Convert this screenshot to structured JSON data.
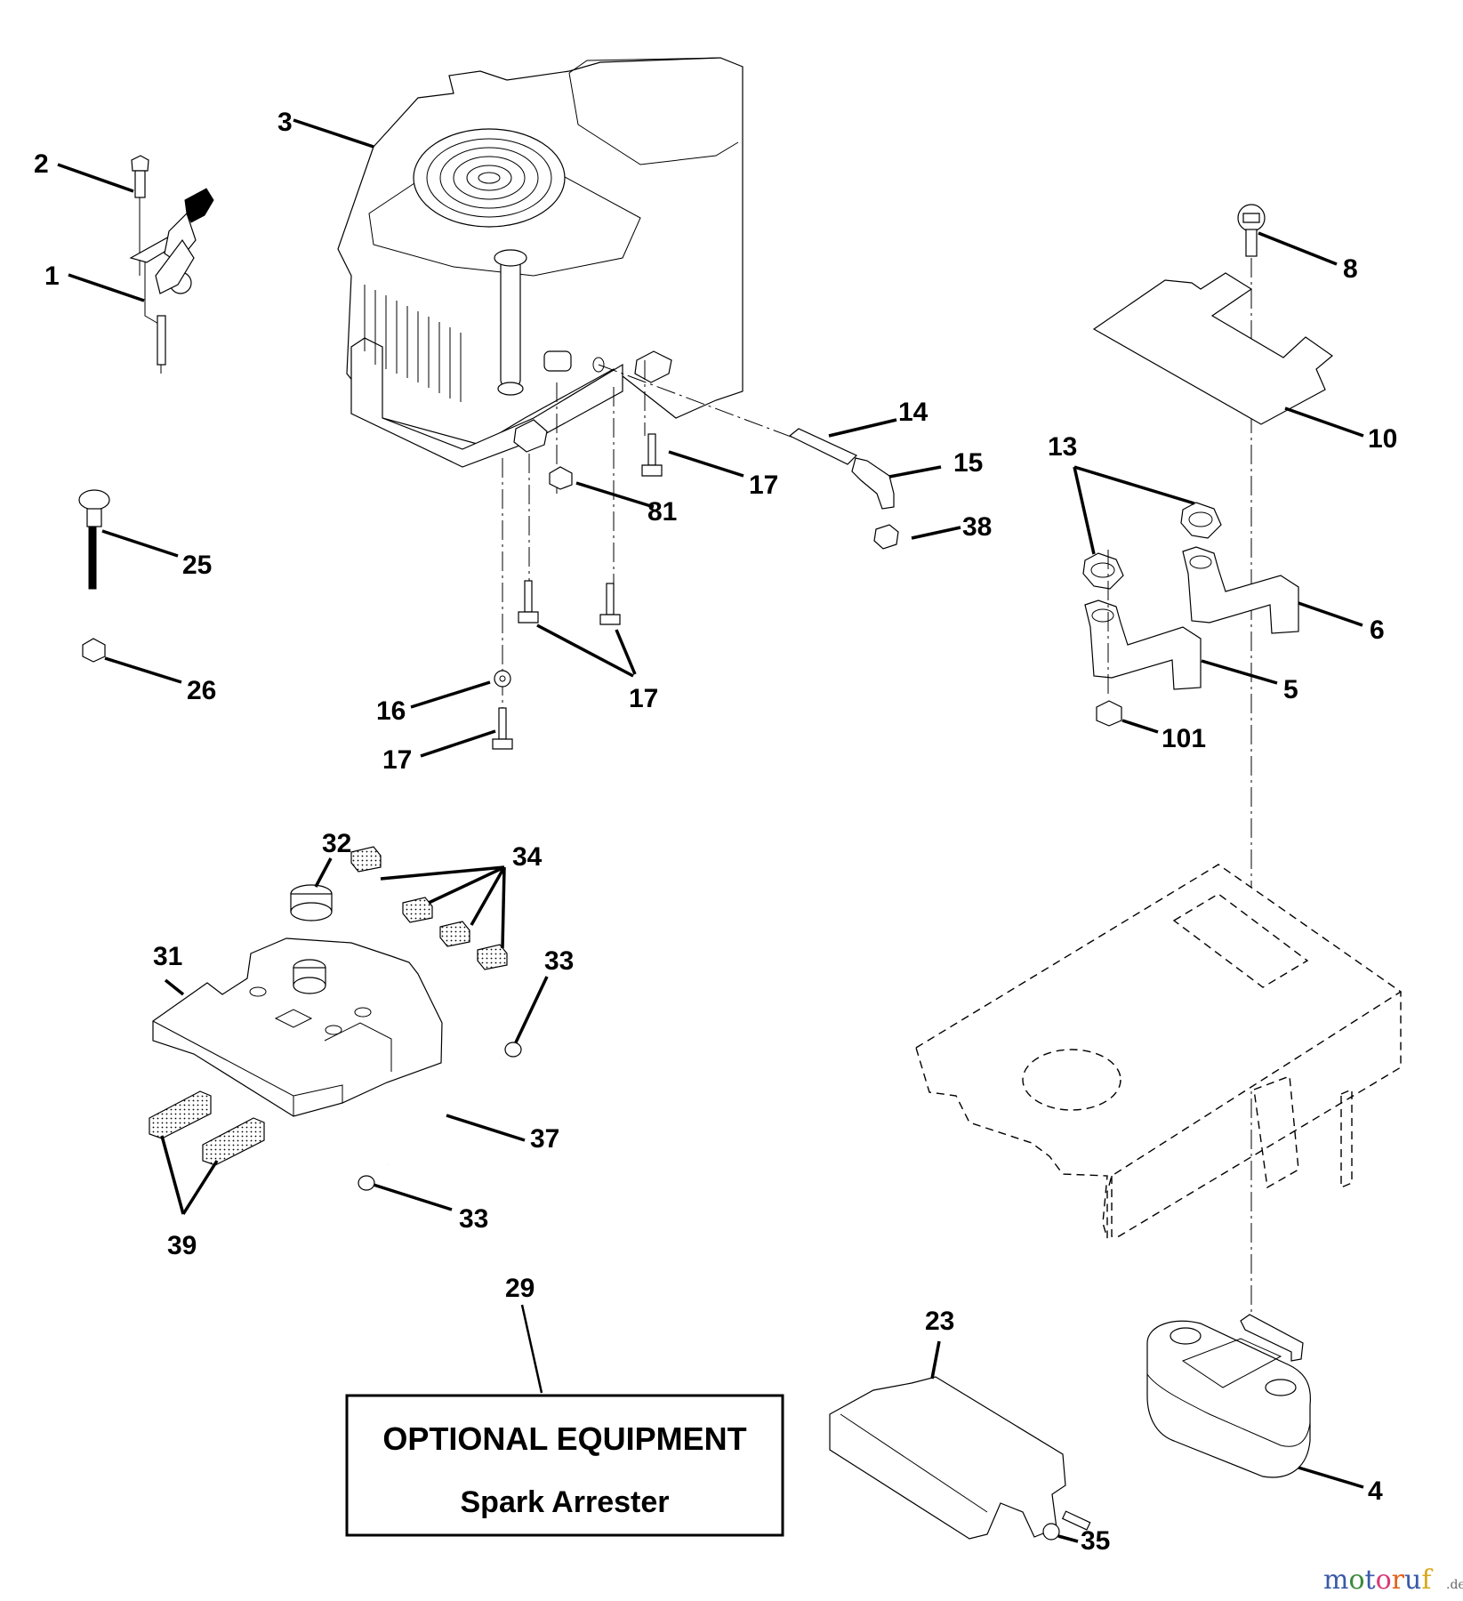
{
  "diagram": {
    "title": "Engine parts exploded view",
    "callouts": {
      "c1": "1",
      "c2": "2",
      "c3": "3",
      "c4": "4",
      "c5": "5",
      "c6": "6",
      "c8": "8",
      "c10": "10",
      "c13": "13",
      "c14": "14",
      "c15": "15",
      "c16": "16",
      "c17a": "17",
      "c17b": "17",
      "c17c": "17",
      "c23": "23",
      "c25": "25",
      "c26": "26",
      "c29": "29",
      "c31": "31",
      "c32": "32",
      "c33a": "33",
      "c33b": "33",
      "c34": "34",
      "c35": "35",
      "c37": "37",
      "c38": "38",
      "c39": "39",
      "c81": "81",
      "c101": "101"
    },
    "optional_box": {
      "title": "OPTIONAL EQUIPMENT",
      "subtitle": "Spark Arrester"
    },
    "watermark": {
      "letters": [
        "m",
        "o",
        "t",
        "o",
        "r",
        "u",
        "f"
      ],
      "colors": [
        "#3a5aa8",
        "#3a8a3a",
        "#3a5aa8",
        "#d83a7a",
        "#e0621a",
        "#3a5aa8",
        "#d8a81a"
      ],
      "suffix": ".de"
    }
  }
}
